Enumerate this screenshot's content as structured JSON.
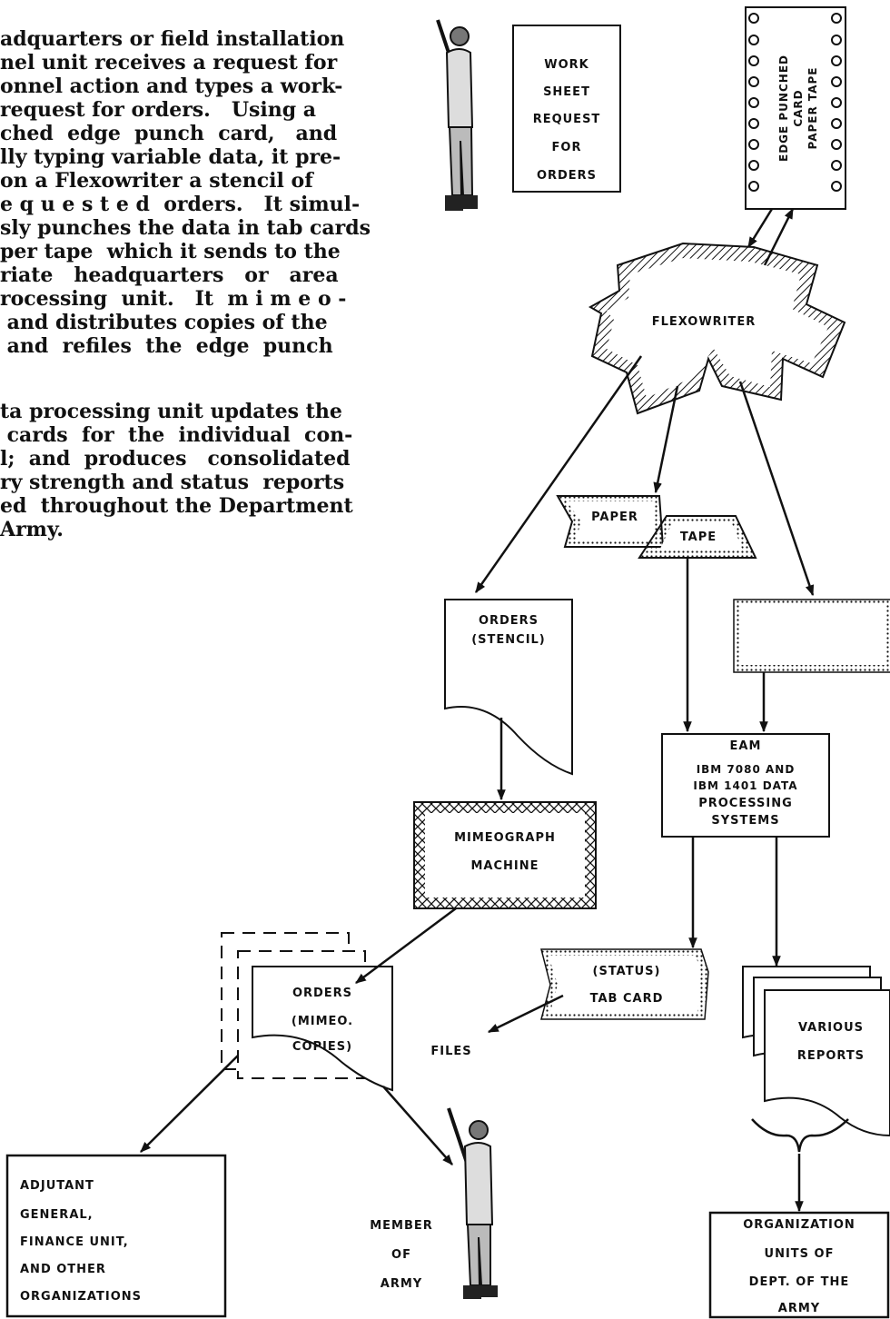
{
  "paragraph_1": "adquarters or field installation\nnel unit receives a request for\nonnel action and types a work-\nrequest for orders.   Using a\nched  edge  punch  card,   and\nlly typing variable data, it pre-\non a Flexowriter a stencil of\ne q u e s t e d  orders.   It simul-\nsly punches the data in tab cards\nper tape  which it sends to the\nriate   headquarters   or   area\nrocessing  unit.   It  m i m e o -\n and distributes copies of the\n and  refiles  the  edge  punch",
  "paragraph_2": "ta processing unit updates the\n cards  for  the  individual  con-\nl;  and  produces   consolidated\nry strength and status  reports\ned  throughout the Department\nArmy.",
  "labels": {
    "worksheet": [
      "WORK",
      "SHEET",
      "REQUEST",
      "FOR",
      "ORDERS"
    ],
    "edge_card": [
      "EDGE PUNCHED",
      "CARD",
      "PAPER TAPE"
    ],
    "flexowriter": "FLEXOWRITER",
    "paper": "PAPER",
    "tape": "TAPE",
    "orders_stencil": [
      "ORDERS",
      "(STENCIL)"
    ],
    "eam": [
      "EAM",
      "IBM 7080 AND",
      "IBM 1401 DATA",
      "PROCESSING",
      "SYSTEMS"
    ],
    "mimeograph": [
      "MIMEOGRAPH",
      "MACHINE"
    ],
    "orders_copies": [
      "ORDERS",
      "(MIMEO.",
      "COPIES)"
    ],
    "status_card": [
      "(STATUS)",
      "TAB CARD"
    ],
    "files": "FILES",
    "various_reports": [
      "VARIOUS",
      "REPORTS"
    ],
    "adjutant": [
      "ADJUTANT",
      "GENERAL,",
      "FINANCE UNIT,",
      "AND OTHER",
      "ORGANIZATIONS"
    ],
    "member": [
      "MEMBER",
      "OF",
      "ARMY"
    ],
    "org_units": [
      "ORGANIZATION",
      "UNITS OF",
      "DEPT. OF THE",
      "ARMY"
    ]
  },
  "icons": [
    "soldier-icon",
    "soldier-icon"
  ]
}
